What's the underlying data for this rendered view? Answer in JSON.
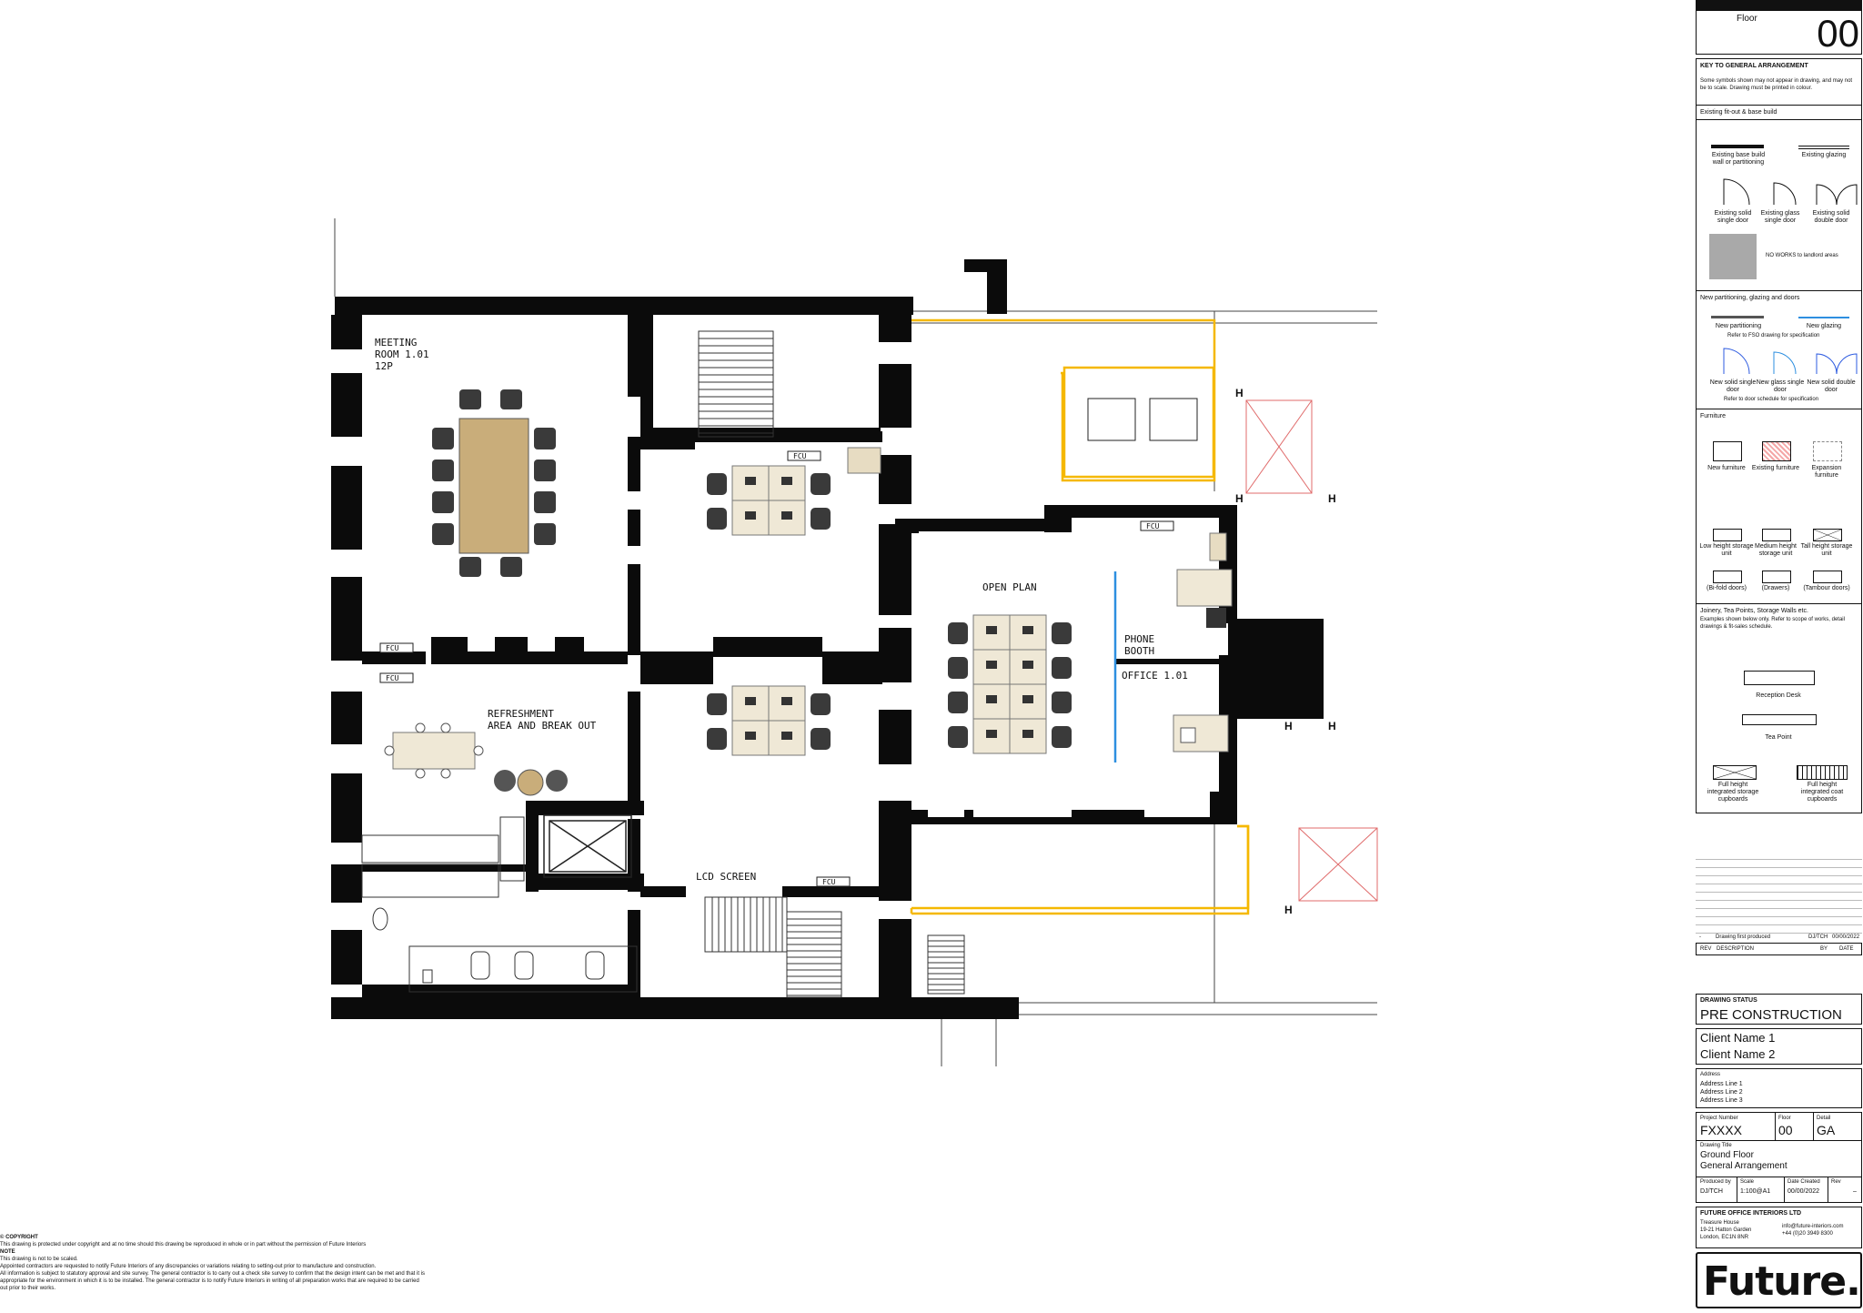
{
  "plan": {
    "rooms": {
      "meeting_1": "MEETING",
      "meeting_2": "ROOM 1.01",
      "meeting_3": "12P",
      "refresh_1": "REFRESHMENT",
      "refresh_2": "AREA AND BREAK OUT",
      "open_plan": "OPEN PLAN",
      "phone_1": "PHONE",
      "phone_2": "BOOTH",
      "office": "OFFICE 1.01",
      "lcd": "LCD SCREEN"
    },
    "fcu": "FCU",
    "h_mark": "H"
  },
  "titleblock": {
    "floor_label": "Floor",
    "floor_number": "00",
    "key_title": "KEY TO GENERAL ARRANGEMENT",
    "key_note": "Some symbols shown may not appear in drawing, and may not be to scale. Drawing must be printed in colour.",
    "existing_header": "Existing fit-out & base build",
    "existing": {
      "wall": "Existing base build wall or partitioning",
      "glazing": "Existing glazing",
      "solid_single": "Existing solid single door",
      "glass_single": "Existing glass single door",
      "solid_double": "Existing solid double door",
      "no_works": "NO WORKS to landlord areas"
    },
    "new_header": "New partitioning, glazing and doors",
    "new": {
      "partitioning": "New partitioning",
      "glazing": "New glazing",
      "fso_note": "Refer to FSO drawing for specification",
      "solid_single": "New solid single door",
      "glass_single": "New glass single door",
      "solid_double": "New solid double door",
      "door_note": "Refer to door schedule for specification"
    },
    "furniture_header": "Furniture",
    "furniture": {
      "new": "New furniture",
      "existing": "Existing furniture",
      "expansion": "Expansion furniture",
      "low": "Low height storage unit",
      "medium": "Medium height storage unit",
      "tall": "Tall height storage unit",
      "bi_fold": "(Bi-fold doors)",
      "drawers": "(Drawers)",
      "tambour": "(Tambour doors)"
    },
    "joinery_header": "Joinery, Tea Points, Storage Walls etc.",
    "joinery_note": "Examples shown below only. Refer to scope of works, detail drawings & fit-sales schedule.",
    "joinery": {
      "reception": "Reception Desk",
      "tea_point": "Tea Point",
      "full_storage": "Full height integrated storage cupboards",
      "full_coat": "Full height integrated coat cupboards"
    },
    "revision": {
      "row_desc": "Drawing first produced",
      "row_by": "DJ/TCH",
      "row_date": "00/00/2022",
      "col_rev": "REV",
      "col_desc": "DESCRIPTION",
      "col_by": "BY",
      "col_date": "DATE"
    },
    "status_label": "DRAWING STATUS",
    "status": "PRE CONSTRUCTION",
    "client_1": "Client Name 1",
    "client_2": "Client Name 2",
    "address_label": "Address",
    "address_1": "Address Line 1",
    "address_2": "Address Line 2",
    "address_3": "Address Line 3",
    "project_label": "Project Number",
    "project": "FXXXX",
    "floor_cell_label": "Floor",
    "floor_cell": "00",
    "detail_label": "Detail",
    "detail": "GA",
    "title_label": "Drawing Title",
    "title_1": "Ground Floor",
    "title_2": "General Arrangement",
    "produced_label": "Produced by",
    "produced": "DJ/TCH",
    "scale_label": "Scale",
    "scale": "1:100@A1",
    "date_label": "Date Created",
    "date": "00/00/2022",
    "rev_label": "Rev",
    "rev": "–",
    "company": "FUTURE OFFICE INTERIORS LTD",
    "company_addr_1": "Treasure House",
    "company_addr_2": "19-21 Hatton Garden",
    "company_addr_3": "London, EC1N 8NR",
    "email": "info@future-interiors.com",
    "phone": "+44 (0)20 3949 8300",
    "logo": "Future."
  },
  "notes": {
    "copyright_head": "© COPYRIGHT",
    "copyright": "This drawing is protected under copyright and at no time should this drawing be reproduced in whole or in part without the permission of Future Interiors",
    "note_head": "NOTE",
    "note_1": "This drawing is not to be scaled.",
    "note_2": "Appointed contractors are requested to notify Future Interiors of any discrepancies or variations relating to setting-out prior to manufacture and construction.",
    "note_3": "All information is subject to statutory approval and site survey. The general contractor is to carry out a check site survey to confirm that the design intent can be met and that it is appropriate for the environment in which it is to be installed. The general contractor is to notify Future Interiors in writing of all preparation works that are required to be carried out prior to their works."
  }
}
